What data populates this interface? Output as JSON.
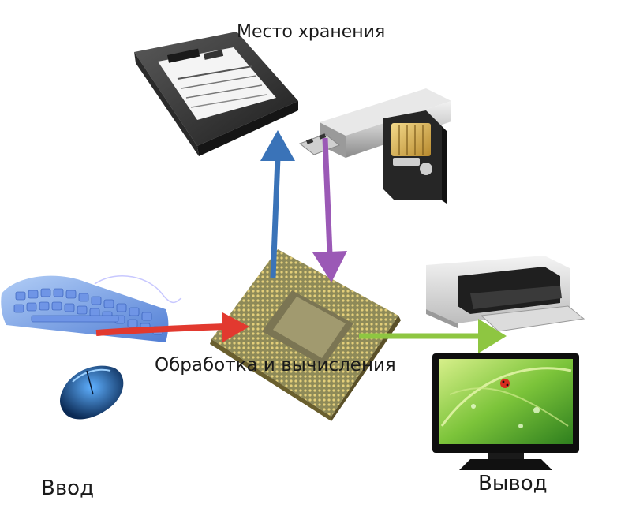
{
  "labels": {
    "storage": "Место хранения",
    "processing": "Обработка и вычисления",
    "input": "Ввод",
    "output": "Вывод"
  },
  "devices": {
    "hdd": "hard-disk-drive",
    "usb": "usb-flash-drive",
    "sd": "sd-memory-card",
    "cpu": "cpu-processor",
    "keyboard": "flexible-keyboard",
    "mouse": "computer-mouse",
    "printer": "inkjet-printer",
    "monitor": "lcd-monitor"
  },
  "colors": {
    "arrow_storage_up": "#3a73b8",
    "arrow_storage_down": "#9b59b6",
    "arrow_input": "#e2392f",
    "arrow_output": "#8ec641"
  }
}
